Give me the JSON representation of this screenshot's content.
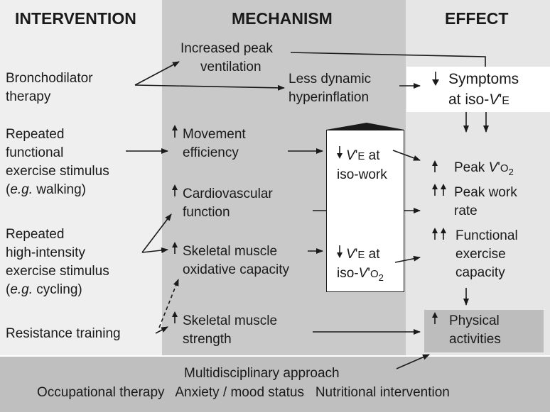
{
  "headers": {
    "intervention": "INTERVENTION",
    "mechanism": "MECHANISM",
    "effect": "EFFECT"
  },
  "intervention": {
    "bronchodilator": [
      "Bronchodilator",
      "therapy"
    ],
    "walking": [
      "Repeated",
      "functional",
      "exercise stimulus",
      "(e.g. walking)"
    ],
    "cycling": [
      "Repeated",
      "high-intensity",
      "exercise stimulus",
      "(e.g. cycling)"
    ],
    "resistance": "Resistance training"
  },
  "mechanism": {
    "peak_ventilation": [
      "Increased peak",
      "ventilation"
    ],
    "hyperinflation": [
      "Less dynamic",
      "hyperinflation"
    ],
    "movement": [
      "Movement",
      "efficiency"
    ],
    "cardio": [
      "Cardiovascular",
      "function"
    ],
    "skeletal_oxidative": [
      "Skeletal muscle",
      "oxidative capacity"
    ],
    "skeletal_strength": [
      "Skeletal muscle",
      "strength"
    ],
    "ve_iso_work": [
      "V'E at",
      "iso-work"
    ],
    "ve_iso_vo2": [
      "V'E at",
      "iso-V'O2"
    ]
  },
  "effect": {
    "symptoms": [
      "Symptoms",
      "at iso-V'E"
    ],
    "peak_vo2": "Peak V'O2",
    "peak_work": [
      "Peak work",
      "rate"
    ],
    "functional": [
      "Functional",
      "exercise",
      "capacity"
    ],
    "physical": [
      "Physical",
      "activities"
    ]
  },
  "footer": {
    "line1": "Multidisciplinary approach",
    "line2": "Occupational therapy   Anxiety / mood status   Nutritional intervention"
  },
  "colors": {
    "intervention_bg": "#f0f0f0",
    "mechanism_bg": "#c8c8c8",
    "effect_bg": "#e6e6e6",
    "footer_bg": "#c0c0c0",
    "ink": "#1a1a1a"
  }
}
